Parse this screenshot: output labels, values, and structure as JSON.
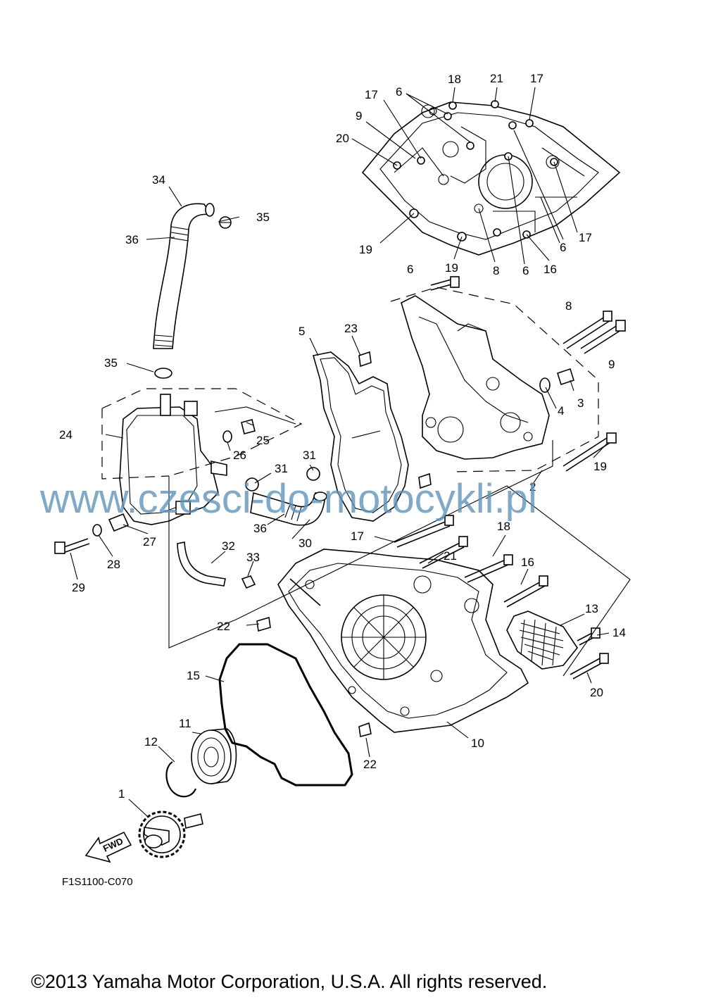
{
  "callouts": [
    "18",
    "21",
    "17",
    "6",
    "17",
    "9",
    "20",
    "17",
    "6",
    "19",
    "19",
    "8",
    "6",
    "16",
    "6",
    "8",
    "9",
    "23",
    "5",
    "3",
    "4",
    "19",
    "2",
    "34",
    "35",
    "36",
    "35",
    "24",
    "25",
    "26",
    "31",
    "31",
    "36",
    "30",
    "27",
    "28",
    "29",
    "32",
    "33",
    "17",
    "21",
    "18",
    "16",
    "22",
    "13",
    "14",
    "20",
    "15",
    "11",
    "12",
    "1",
    "10",
    "22"
  ],
  "watermark": "www.czesci-do-motocykli.pl",
  "fwd_label": "FWD",
  "diagram_code": "F1S1100-C070",
  "copyright": "©2013 Yamaha Motor Corporation, U.S.A. All rights reserved."
}
